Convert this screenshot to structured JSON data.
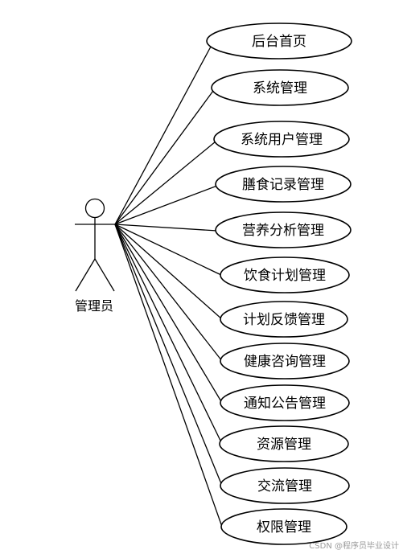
{
  "actor": {
    "label": "管理员"
  },
  "use_cases": [
    {
      "id": "home",
      "label": "后台首页"
    },
    {
      "id": "system",
      "label": "系统管理"
    },
    {
      "id": "system-users",
      "label": "系统用户管理"
    },
    {
      "id": "diet-records",
      "label": "膳食记录管理"
    },
    {
      "id": "nutrition-analysis",
      "label": "营养分析管理"
    },
    {
      "id": "diet-plan",
      "label": "饮食计划管理"
    },
    {
      "id": "plan-feedback",
      "label": "计划反馈管理"
    },
    {
      "id": "health-consult",
      "label": "健康咨询管理"
    },
    {
      "id": "announcements",
      "label": "通知公告管理"
    },
    {
      "id": "resources",
      "label": "资源管理"
    },
    {
      "id": "exchange",
      "label": "交流管理"
    },
    {
      "id": "permissions",
      "label": "权限管理"
    }
  ],
  "watermark": "CSDN @程序员毕业设计"
}
